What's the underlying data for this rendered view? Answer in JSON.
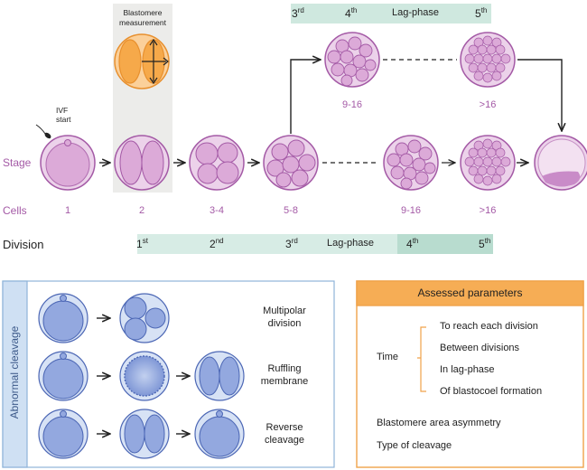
{
  "colors": {
    "cell_fill": "#dcb0da",
    "cell_stroke": "#a45aa6",
    "orange": "#f6a94a",
    "teal_light": "#e6f2ee",
    "teal_dark": "#a9d4c5",
    "blue_fill": "#93a8df",
    "blue_stroke": "#4c67b5",
    "panel_border": "#8fb3d9",
    "params_border": "#f0a24a"
  },
  "top_band": {
    "div3": "3",
    "div3_sup": "rd",
    "div4": "4",
    "div4_sup": "th",
    "lag": "Lag-phase",
    "div5": "5",
    "div5_sup": "th"
  },
  "blastomere_label": [
    "Blastomere",
    "measurement"
  ],
  "ivf_label": [
    "IVF",
    "start"
  ],
  "row_labels": {
    "stage": "Stage",
    "cells": "Cells",
    "division": "Division"
  },
  "main_cells": [
    "1",
    "2",
    "3-4",
    "5-8",
    "9-16",
    ">16"
  ],
  "upper_cells": [
    "9-16",
    ">16"
  ],
  "bottom_band": {
    "div1": "1",
    "div1_sup": "st",
    "div2": "2",
    "div2_sup": "nd",
    "div3": "3",
    "div3_sup": "rd",
    "lag": "Lag-phase",
    "div4": "4",
    "div4_sup": "th",
    "div5": "5",
    "div5_sup": "th"
  },
  "abnormal": {
    "title": "Abnormal cleavage",
    "rows": [
      [
        "Multipolar",
        "division"
      ],
      [
        "Ruffling",
        "membrane"
      ],
      [
        "Reverse",
        "cleavage"
      ]
    ]
  },
  "params": {
    "title": "Assessed parameters",
    "time_label": "Time",
    "time_items": [
      "To reach each division",
      "Between divisions",
      "In lag-phase",
      "Of blastocoel formation"
    ],
    "other_items": [
      "Blastomere area asymmetry",
      "Type of cleavage"
    ]
  }
}
